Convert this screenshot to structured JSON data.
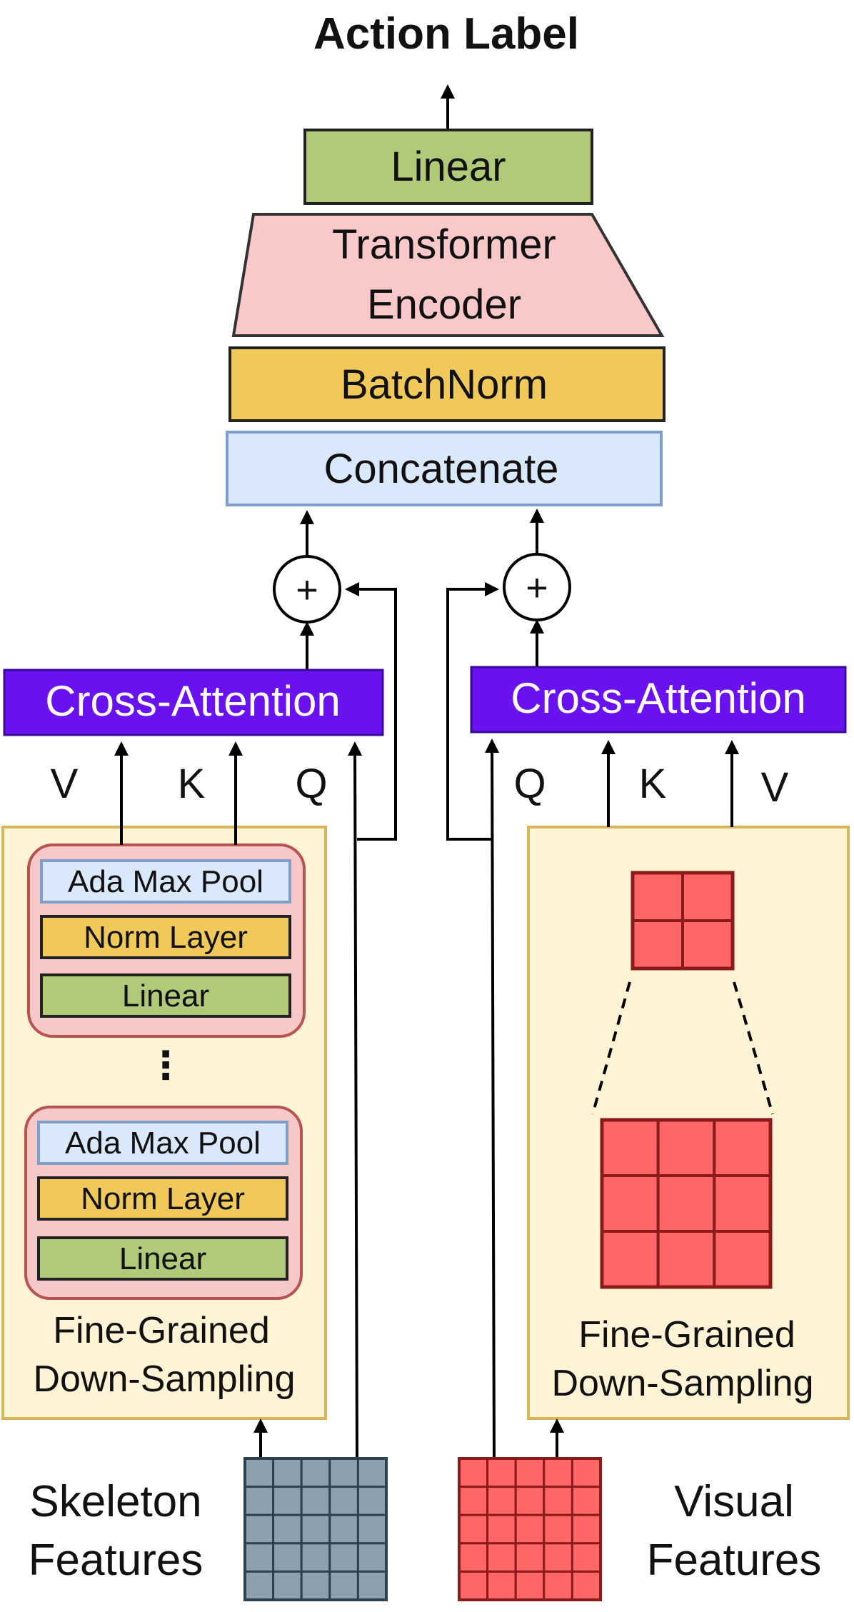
{
  "output_label": "Action Label",
  "top_stack": {
    "linear": "Linear",
    "transformer_line1": "Transformer",
    "transformer_line2": "Encoder",
    "batchnorm": "BatchNorm",
    "concatenate": "Concatenate"
  },
  "add_symbol": "+",
  "left_branch": {
    "cross_attention": "Cross-Attention",
    "v": "V",
    "k": "K",
    "q": "Q",
    "block_items": [
      "Ada Max Pool",
      "Norm Layer",
      "Linear"
    ],
    "ellipsis": "⋮",
    "title_line1": "Fine-Grained",
    "title_line2": "Down-Sampling",
    "input_line1": "Skeleton",
    "input_line2": "Features"
  },
  "right_branch": {
    "cross_attention": "Cross-Attention",
    "q": "Q",
    "k": "K",
    "v": "V",
    "title_line1": "Fine-Grained",
    "title_line2": "Down-Sampling",
    "input_line1": "Visual",
    "input_line2": "Features"
  },
  "colors": {
    "linear": "#b0ca7a",
    "transformer": "#f9c9c9",
    "norm": "#f0c95a",
    "concat": "#dae8fb",
    "concat_border": "#7f9fcb",
    "cross_attention": "#6a11f0",
    "fgds_panel": "#fff3d6",
    "fgds_border": "#d6b656",
    "block_bg": "#f7c8c8",
    "block_border": "#b85450",
    "grid_red": "#ff6666",
    "grid_red_line": "#8b1a1a",
    "grid_gray": "#8da0b0",
    "grid_gray_line": "#2e4152"
  },
  "grids": {
    "skeleton_cells": [
      5,
      5
    ],
    "visual_cells": [
      5,
      5
    ],
    "small_cells": [
      2,
      2
    ],
    "large_cells": [
      3,
      3
    ]
  }
}
